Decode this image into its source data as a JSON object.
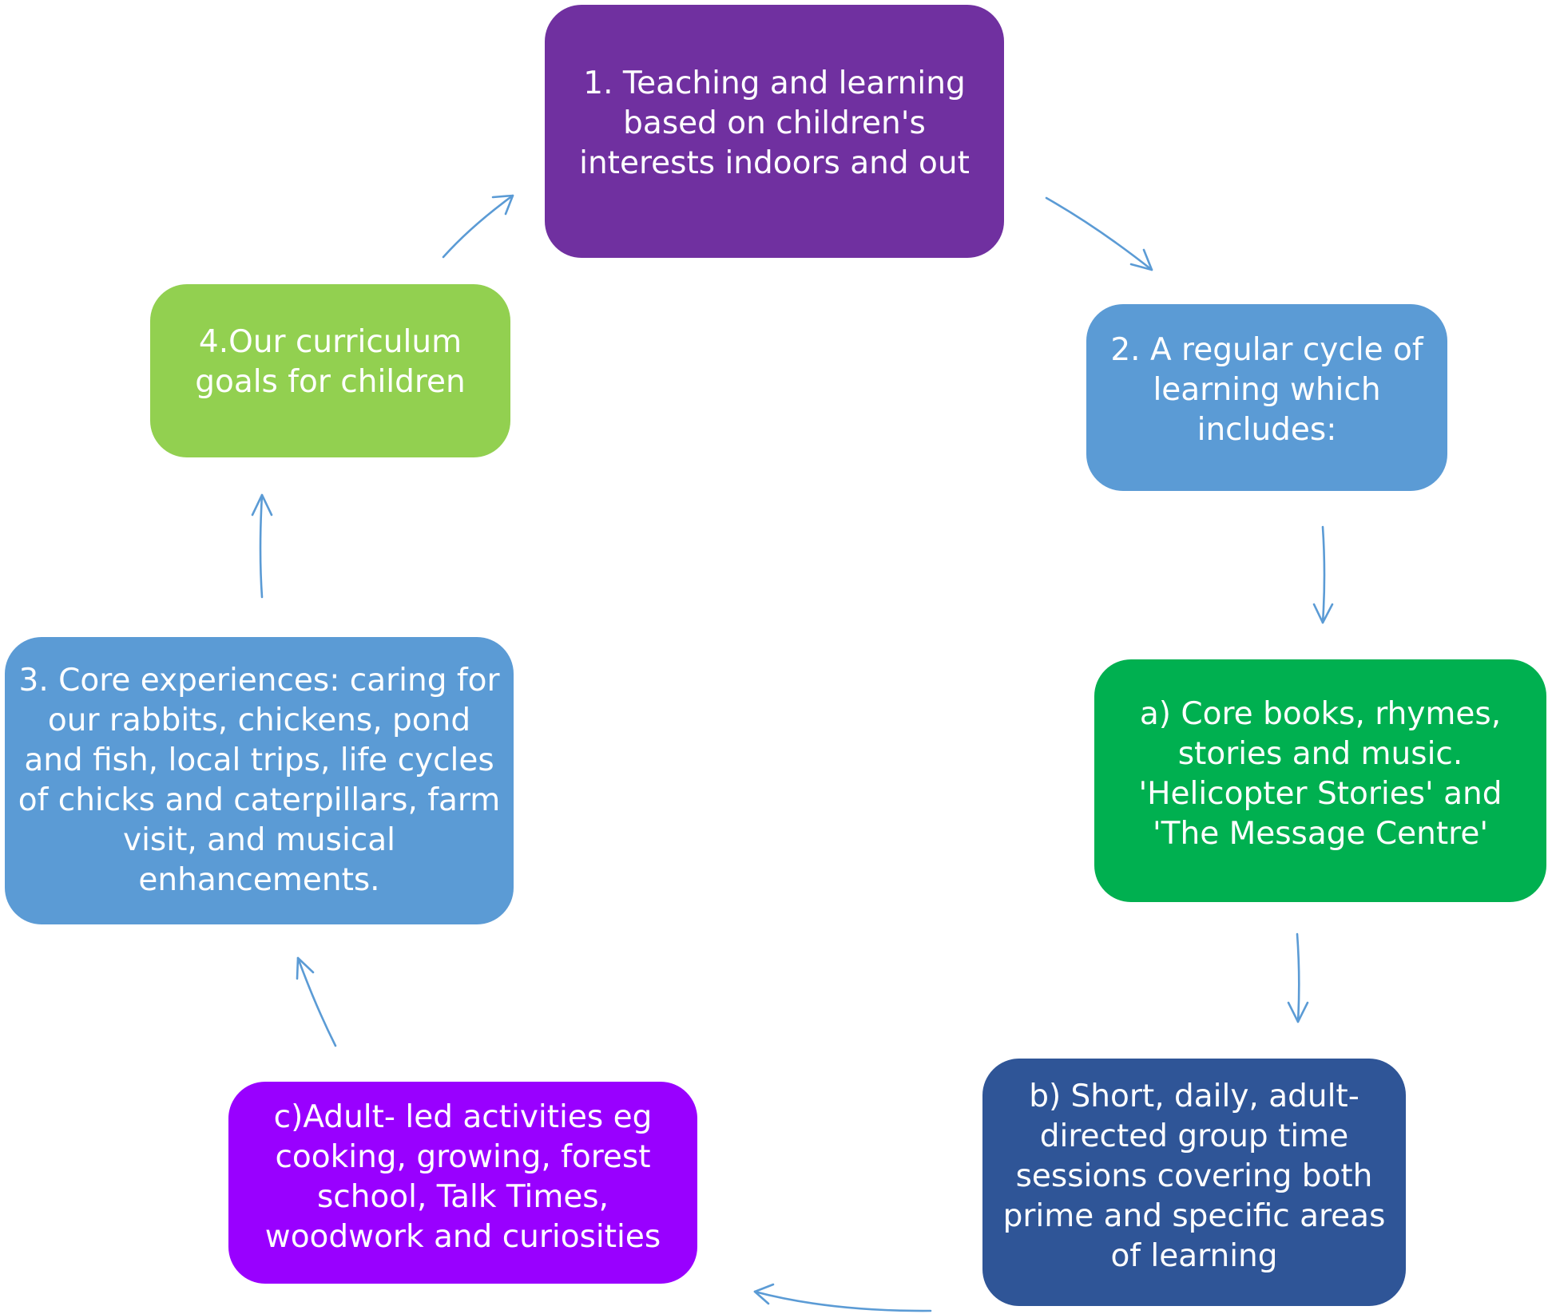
{
  "colors": {
    "arrow": "#5b9bd5"
  },
  "nodes": {
    "step1": {
      "label": "1. Teaching and learning\nbased on children's\ninterests indoors and out",
      "color": "#7030a0"
    },
    "step2": {
      "label": "2. A regular cycle of\nlearning which\nincludes:",
      "color": "#5b9bd5"
    },
    "step2a": {
      "label": "a) Core books, rhymes,\nstories and music.\n'Helicopter Stories' and\n'The Message Centre'",
      "color": "#00b050"
    },
    "step2b": {
      "label": "b) Short, daily, adult-\ndirected group time\nsessions covering both\nprime and specific areas\nof learning",
      "color": "#2f5597"
    },
    "step2c": {
      "label": "c)Adult- led activities eg\ncooking, growing, forest\nschool, Talk Times,\nwoodwork and curiosities",
      "color": "#9900ff"
    },
    "step3": {
      "label": "3. Core experiences: caring for\nour rabbits, chickens, pond\nand fish, local trips, life cycles\nof chicks and caterpillars, farm\nvisit, and musical\nenhancements.",
      "color": "#5b9bd5"
    },
    "step4": {
      "label": "4.Our curriculum\ngoals for children",
      "color": "#92d050"
    }
  }
}
